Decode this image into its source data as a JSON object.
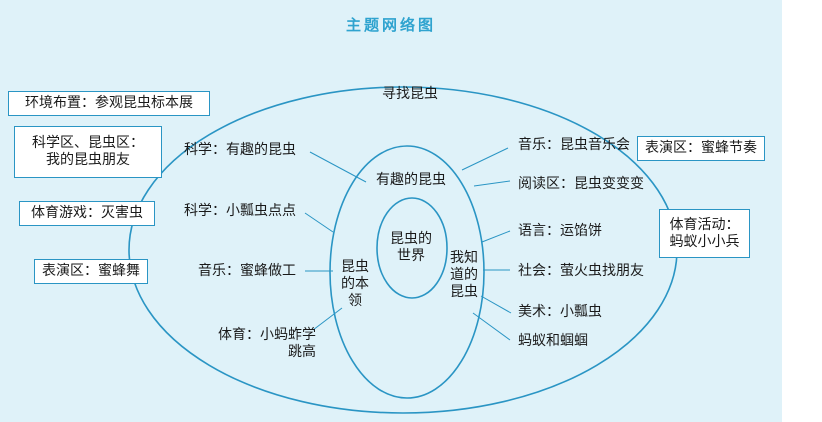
{
  "title": "主题网络图",
  "outer_label": "寻找昆虫",
  "middle_sections": {
    "top": "有趣的昆虫",
    "left": "昆虫\n的本\n领",
    "right": "我知\n道的\n昆虫"
  },
  "core": "昆虫的\n世界",
  "left_items": [
    "科学：有趣的昆虫",
    "科学：小瓢虫点点",
    "音乐：蜜蜂做工",
    "体育：小蚂蚱学\n跳高"
  ],
  "right_items": [
    "音乐：昆虫音乐会",
    "阅读区：昆虫变变变",
    "语言：运馅饼",
    "社会：萤火虫找朋友",
    "美术：小瓢虫",
    "蚂蚁和蝈蝈"
  ],
  "left_boxes": [
    "环境布置：参观昆虫标本展",
    "科学区、昆虫区：\n我的昆虫朋友",
    "体育游戏：灭害虫",
    "表演区：蜜蜂舞"
  ],
  "right_boxes": [
    "表演区：蜜蜂节奏",
    "体育活动：\n蚂蚁小小兵"
  ],
  "colors": {
    "accent": "#2a95c4",
    "title": "#2fa3cf",
    "panel": "#dff2f9"
  }
}
